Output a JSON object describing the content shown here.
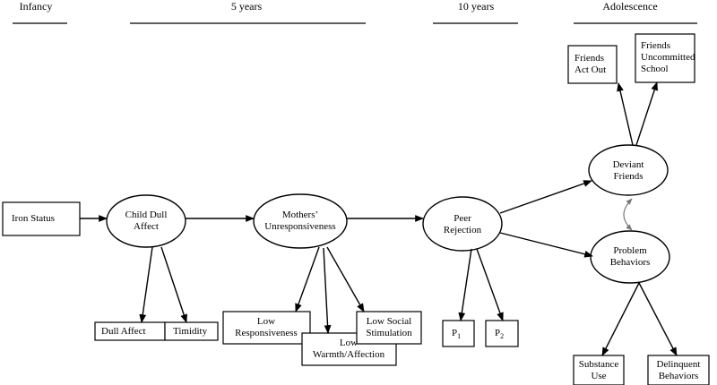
{
  "periods": [
    "Infancy",
    "5 years",
    "10 years",
    "Adolescence"
  ],
  "nodes": {
    "iron_status": "Iron Status",
    "child_dull_affect": [
      "Child Dull",
      "Affect"
    ],
    "mothers_unresponsiveness": [
      "Mothers’",
      "Unresponsiveness"
    ],
    "peer_rejection": [
      "Peer",
      "Rejection"
    ],
    "deviant_friends": [
      "Deviant",
      "Friends"
    ],
    "problem_behaviors": [
      "Problem",
      "Behaviors"
    ]
  },
  "indicators": {
    "dull_affect": "Dull Affect",
    "timidity": "Timidity",
    "low_responsiveness": [
      "Low",
      "Responsiveness"
    ],
    "low_warmth": [
      "Low",
      "Warmth/Affection"
    ],
    "low_social_stimulation": [
      "Low Social",
      "Stimulation"
    ],
    "p1": {
      "base": "P",
      "sub": "1"
    },
    "p2": {
      "base": "P",
      "sub": "2"
    },
    "friends_act_out": [
      "Friends",
      "Act Out"
    ],
    "friends_uncommitted": [
      "Friends",
      "Uncommitted",
      "School"
    ],
    "substance_use": [
      "Substance",
      "Use"
    ],
    "delinquent_behaviors": [
      "Delinquent",
      "Behaviors"
    ]
  }
}
